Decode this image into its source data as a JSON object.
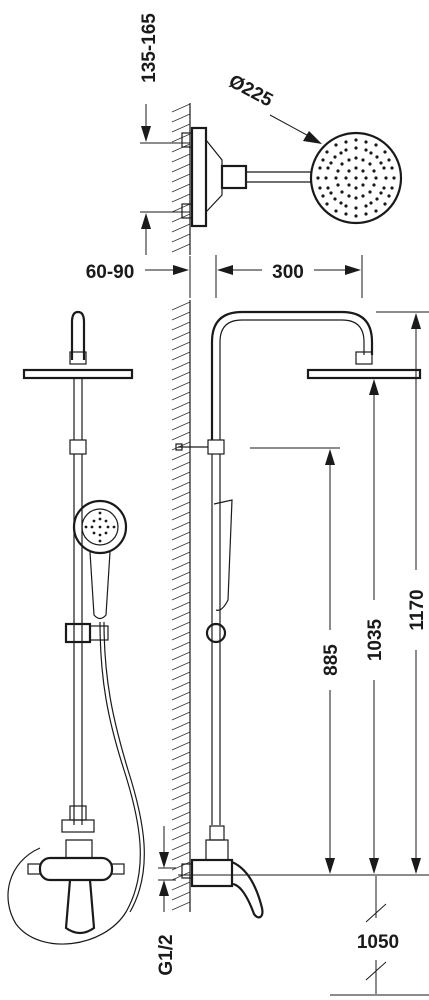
{
  "diagram": {
    "dimensions": {
      "wall_offset_top": "135-165",
      "head_diameter": "Ø225",
      "wall_depth": "60-90",
      "arm_length": "300",
      "height_slider": "885",
      "height_head": "1035",
      "height_total": "1170",
      "thread": "G1/2",
      "floor_height": "1050"
    },
    "colors": {
      "line": "#1a1a1a",
      "background": "#ffffff"
    }
  }
}
